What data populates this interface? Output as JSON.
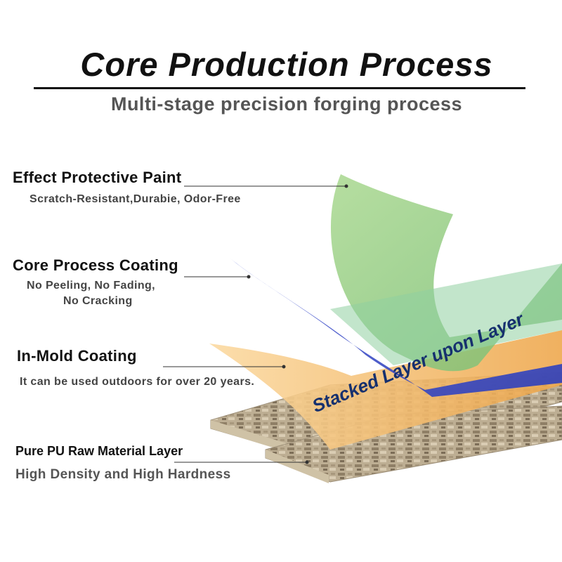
{
  "header": {
    "title": "Core Production Process",
    "subtitle": "Multi-stage precision forging process"
  },
  "layers": [
    {
      "title": "Effect Protective Paint",
      "description": "Scratch-Resistant,Durabie, Odor-Free",
      "color": "#8cc779"
    },
    {
      "title": "Core Process Coating",
      "description_line1": "No Peeling, No Fading,",
      "description_line2": "No Cracking",
      "color": "#4455c8"
    },
    {
      "title": "In-Mold Coating",
      "description": "It can be used outdoors for over 20 years.",
      "color": "#f1b75e"
    },
    {
      "title": "Pure PU Raw Material Layer",
      "description": "High Density and High Hardness",
      "color": "#b5a68c"
    }
  ],
  "overlay_text": "Stacked Layer upon Layer"
}
